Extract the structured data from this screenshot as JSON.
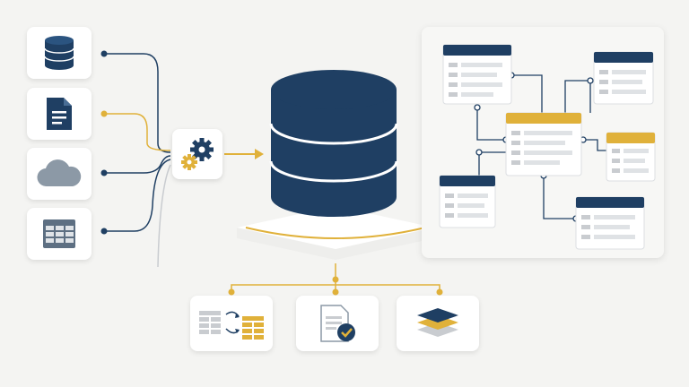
{
  "colors": {
    "navy": "#1f3f63",
    "gold": "#e0b13a",
    "grey": "#c9ccd0",
    "light": "#eceeef",
    "background": "#f4f4f2"
  },
  "sources": [
    {
      "icon": "database-icon"
    },
    {
      "icon": "document-icon"
    },
    {
      "icon": "cloud-icon"
    },
    {
      "icon": "spreadsheet-icon"
    }
  ],
  "processor": {
    "icon": "gears-icon"
  },
  "warehouse": {
    "icon": "database-cylinder-icon"
  },
  "schema_tables": [
    {
      "header": "navy",
      "rows": 4
    },
    {
      "header": "navy",
      "rows": 3
    },
    {
      "header": "gold",
      "rows": 4
    },
    {
      "header": "gold",
      "rows": 3
    },
    {
      "header": "navy",
      "rows": 3
    },
    {
      "header": "navy",
      "rows": 3
    }
  ],
  "outputs": [
    {
      "icon": "table-transform-icon"
    },
    {
      "icon": "report-check-icon"
    },
    {
      "icon": "layers-icon"
    }
  ]
}
